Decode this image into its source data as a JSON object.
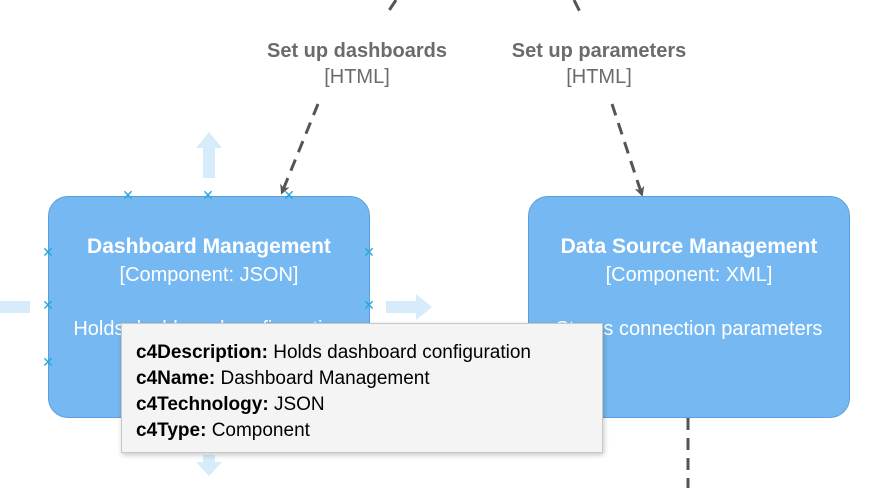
{
  "edges": [
    {
      "label": "Set up dashboards",
      "technology": "[HTML]"
    },
    {
      "label": "Set up parameters",
      "technology": "[HTML]"
    }
  ],
  "nodes": [
    {
      "title": "Dashboard Management",
      "technology": "[Component: JSON]",
      "description": "Holds dashboard configuration"
    },
    {
      "title": "Data Source Management",
      "technology": "[Component: XML]",
      "description": "Stores connection parameters"
    }
  ],
  "tooltip": {
    "rows": [
      {
        "key": "c4Description:",
        "value": "Holds dashboard configuration"
      },
      {
        "key": "c4Name:",
        "value": "Dashboard Management"
      },
      {
        "key": "c4Technology:",
        "value": "JSON"
      },
      {
        "key": "c4Type:",
        "value": "Component"
      }
    ]
  },
  "colors": {
    "node_fill": "#76b9f2",
    "node_border": "#5a9fdc",
    "edge": "#555555",
    "edge_label": "#6b6b6b",
    "handle": "#1fa8e0",
    "hover_arrow": "#d6ecfa"
  },
  "icons": {
    "handle": "x-marker-icon",
    "hover_arrow": "hover-arrow-icon"
  }
}
